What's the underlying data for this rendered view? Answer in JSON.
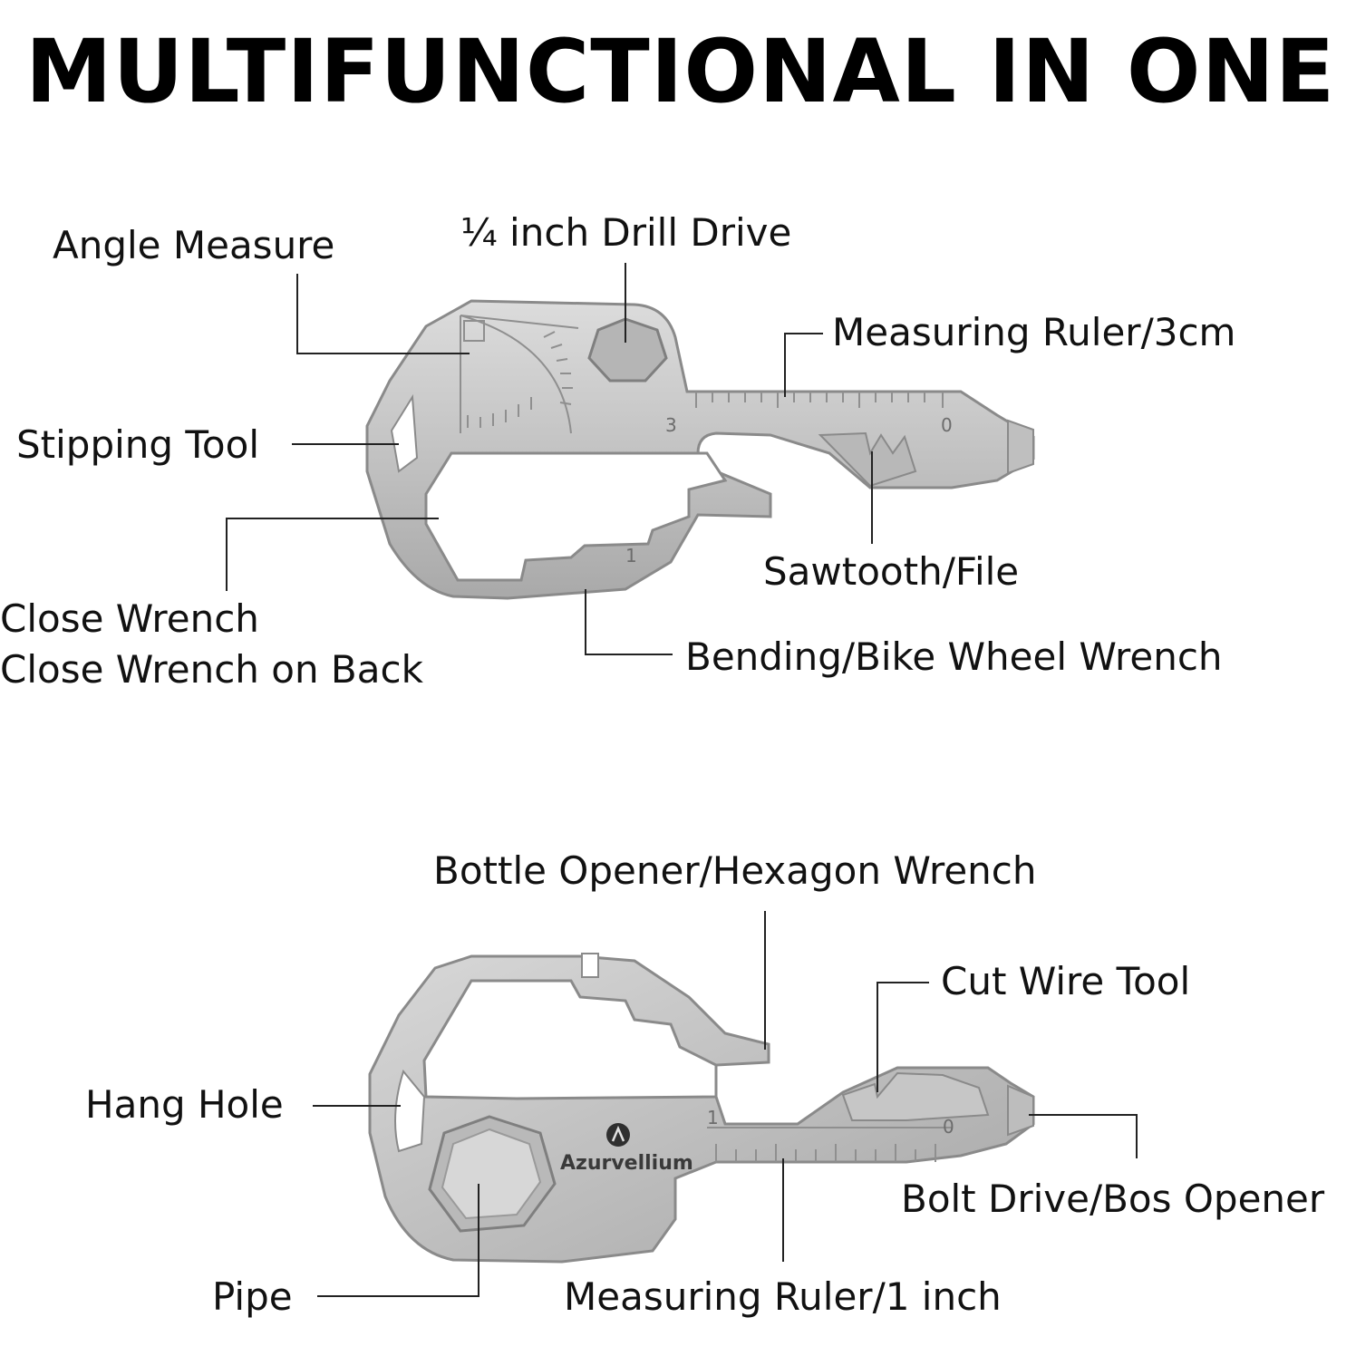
{
  "headline": "MULTIFUNCTIONAL IN ONE",
  "colors": {
    "metal_light": "#d4d4d4",
    "metal_mid": "#bdbdbd",
    "metal_dark": "#9a9a9a",
    "leader_line": "#222222",
    "text": "#111111"
  },
  "top_tool": {
    "labels": {
      "angle_measure": "Angle Measure",
      "drill_drive": "¼ inch Drill Drive",
      "ruler_3cm": "Measuring Ruler/3cm",
      "stripping_tool": "Stipping Tool",
      "sawtooth_file": "Sawtooth/File",
      "close_wrench": "Close Wrench",
      "close_wrench_back": "Close Wrench on Back",
      "bending_wrench": "Bending/Bike Wheel Wrench"
    },
    "engraving": {
      "ruler_start": "3",
      "ruler_end": "0",
      "wrench_mark": "1"
    }
  },
  "bottom_tool": {
    "labels": {
      "bottle_opener": "Bottle Opener/Hexagon Wrench",
      "cut_wire": "Cut Wire Tool",
      "hang_hole": "Hang Hole",
      "bolt_drive": "Bolt Drive/Bos Opener",
      "pipe": "Pipe",
      "ruler_inch": "Measuring Ruler/1 inch"
    },
    "engraving": {
      "brand": "Azurvellium",
      "ruler_start": "1",
      "ruler_end": "0"
    }
  }
}
